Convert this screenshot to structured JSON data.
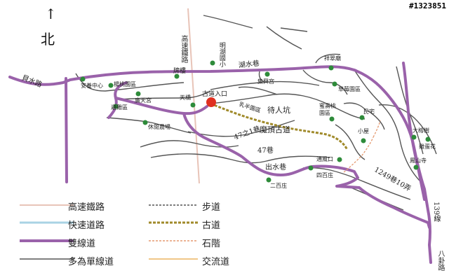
{
  "id_tag": "#1323851",
  "north": {
    "arrow": "↑",
    "label": "北"
  },
  "place_labels": {
    "gaotie": "高速鐵路",
    "mingshu": "明湖國小",
    "pailou": "牌樓",
    "anyi": "安養中心",
    "yangtao": "楊桃園區",
    "tianqiao": "天橋",
    "guangtian": "廣天宮",
    "bishu": "避難區",
    "xiuxian": "休閒農場",
    "gudao_entrance": "古道入口",
    "jixing": "集興宮",
    "jixiang": "祥翠廟",
    "caomei": "草莓園區",
    "mishou": "蜜壽桃園區",
    "minzhai": "民宅",
    "xiaowu": "小屋",
    "gaoshi": "乳半園區",
    "dashu": "大榕樹",
    "jidan": "雞蛋花",
    "fengshan": "鳳山寺",
    "tongfeng": "通風口",
    "sibai": "四百庒",
    "erbai": "二百庒"
  },
  "road_labels": {
    "guishui": "貝水路",
    "hushui": "湖水巷",
    "dairen": "待人坑",
    "mojing": "魔頂古道",
    "lane47_1": "47之1巷",
    "lane47": "47巷",
    "chushui": "出水巷",
    "lane1249": "1249巷10弄",
    "road139": "139線",
    "bagua": "八卦路"
  },
  "legend": [
    {
      "label": "高速鐵路",
      "color": "#e8c4b8",
      "style": "solid",
      "width": 2
    },
    {
      "label": "快速道路",
      "color": "#a9d3e4",
      "style": "solid",
      "width": 3
    },
    {
      "label": "雙線道",
      "color": "#9a62aa",
      "style": "solid",
      "width": 4
    },
    {
      "label": "多為單線道",
      "color": "#555555",
      "style": "solid",
      "width": 1.5
    },
    {
      "label": "步道",
      "color": "#555555",
      "style": "dashed",
      "width": 1.5
    },
    {
      "label": "古道",
      "color": "#a08a2a",
      "style": "dashed",
      "width": 3
    },
    {
      "label": "石階",
      "color": "#e59a70",
      "style": "dashed",
      "width": 1.5
    },
    {
      "label": "交流道",
      "color": "#f0c688",
      "style": "solid",
      "width": 2
    }
  ],
  "colors": {
    "double_lane": "#9a62aa",
    "single_lane": "#555555",
    "hsr": "#e8c4b8",
    "ancient_trail": "#a08a2a",
    "stone_steps": "#e59a70",
    "poi": "#2e8b3a",
    "entrance": "#e03020"
  }
}
